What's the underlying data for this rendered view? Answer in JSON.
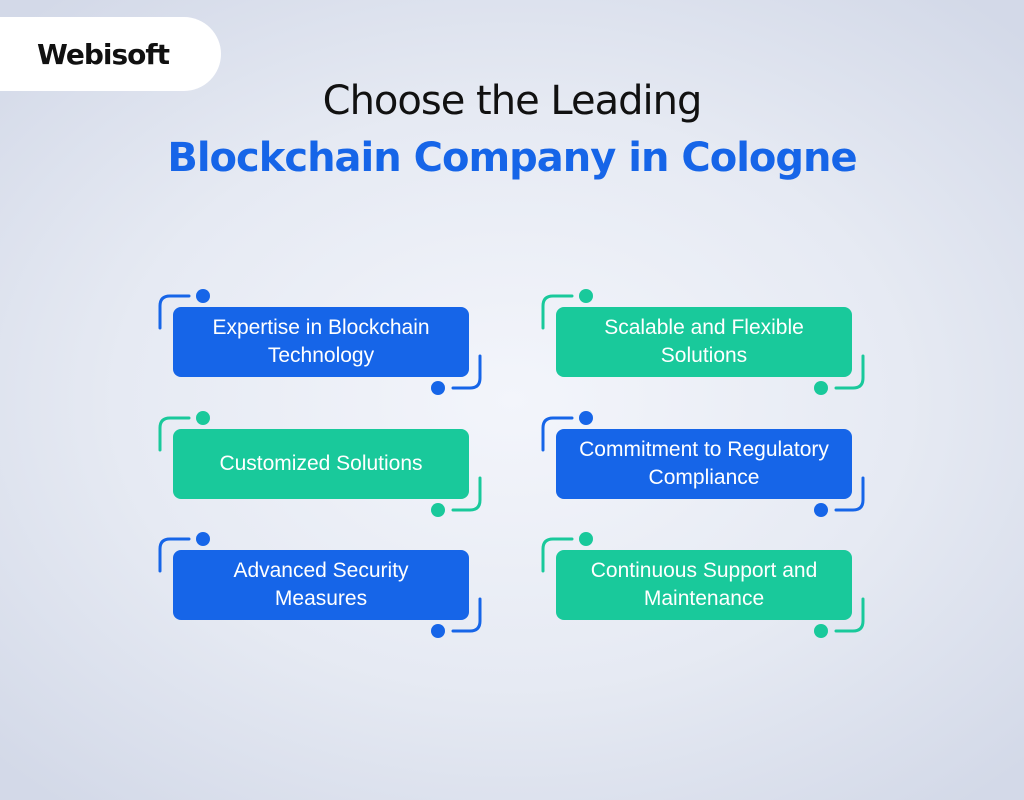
{
  "brand": {
    "name": "Webisoft"
  },
  "title": {
    "line1": "Choose the Leading",
    "line2": "Blockchain Company in Cologne"
  },
  "colors": {
    "blue": "#1665e8",
    "green": "#19c99b",
    "title_dark": "#111111"
  },
  "features": [
    {
      "label": "Expertise in Blockchain Technology",
      "color": "blue"
    },
    {
      "label": "Scalable and Flexible Solutions",
      "color": "green"
    },
    {
      "label": "Customized Solutions",
      "color": "green"
    },
    {
      "label": "Commitment to Regulatory Compliance",
      "color": "blue"
    },
    {
      "label": "Advanced Security Measures",
      "color": "blue"
    },
    {
      "label": "Continuous Support and Maintenance",
      "color": "green"
    }
  ]
}
